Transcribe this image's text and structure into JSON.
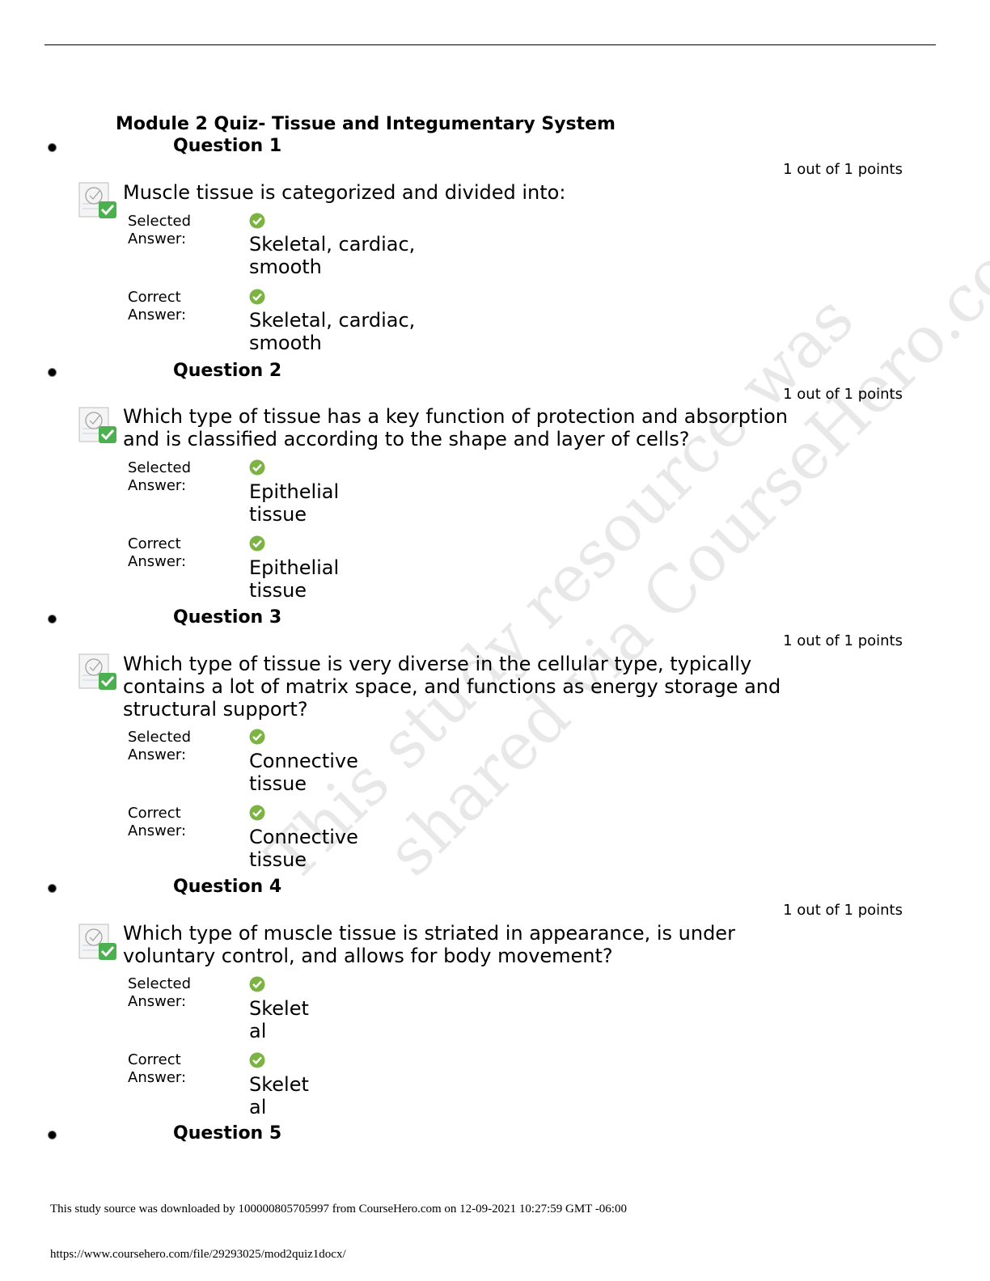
{
  "page_title": "Module 2 Quiz- Tissue and Integumentary System",
  "labels": {
    "selected": [
      "Selected",
      "Answer:"
    ],
    "correct": [
      "Correct",
      "Answer:"
    ]
  },
  "icons": {
    "status": "graded-correct-icon",
    "check": "green-check-icon"
  },
  "colors": {
    "check_green": "#7cb342",
    "status_green": "#4caf50"
  },
  "questions": [
    {
      "heading": "Question 1",
      "points": "1 out of 1 points",
      "text": "Muscle tissue is categorized and divided into:",
      "selected_answer": [
        "Skeletal, cardiac,",
        "smooth"
      ],
      "correct_answer": [
        "Skeletal, cardiac,",
        "smooth"
      ]
    },
    {
      "heading": "Question 2",
      "points": "1 out of 1 points",
      "text": "Which type of tissue has a key function of protection and absorption and is classified according to the shape and layer of cells?",
      "selected_answer": [
        "Epithelial",
        "tissue"
      ],
      "correct_answer": [
        "Epithelial",
        "tissue"
      ]
    },
    {
      "heading": "Question 3",
      "points": "1 out of 1 points",
      "text": "Which type of tissue is very diverse in the cellular type, typically contains a lot of matrix space, and functions as energy storage and structural support?",
      "selected_answer": [
        "Connective",
        "tissue"
      ],
      "correct_answer": [
        "Connective",
        "tissue"
      ]
    },
    {
      "heading": "Question 4",
      "points": "1 out of 1 points",
      "text": "Which type of muscle tissue is striated in appearance, is under voluntary control, and allows for body movement?",
      "selected_answer": [
        "Skelet",
        "al"
      ],
      "correct_answer": [
        "Skelet",
        "al"
      ]
    },
    {
      "heading": "Question 5"
    }
  ],
  "watermark": [
    "This study resource was",
    "shared via CourseHero.com"
  ],
  "footer": {
    "source": "This study source was downloaded by 100000805705997 from CourseHero.com on 12-09-2021 10:27:59 GMT -06:00",
    "url": "https://www.coursehero.com/file/29293025/mod2quiz1docx/"
  }
}
